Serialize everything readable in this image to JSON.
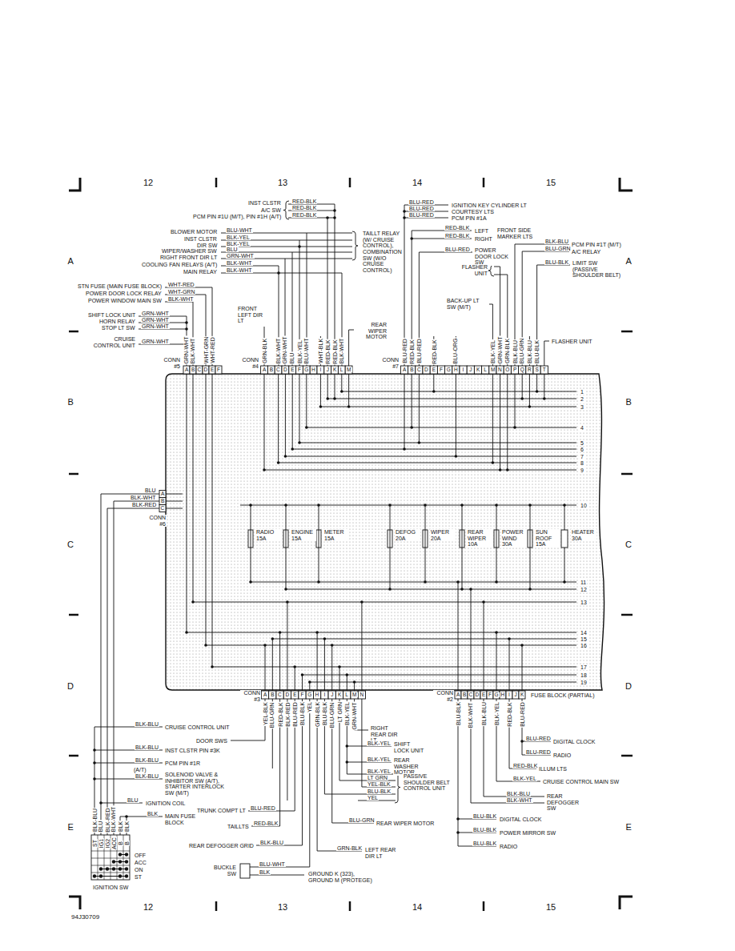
{
  "diagram": {
    "nodes": [
      {
        "text": [
          "FUSE BLOCK (PARTIAL)"
        ]
      }
    ],
    "labels": [
      "12",
      "13",
      "14",
      "15",
      "A",
      "A",
      "B",
      "B",
      "C",
      "C",
      "D",
      "D",
      "E",
      "E",
      "94J30709",
      "12",
      "13",
      "14",
      "15",
      "INST CLSTR",
      "RED-BLK",
      "A/C SW",
      "RED-BLK",
      "PCM PIN #1U (M/T), PIN #1H (A/T)",
      "RED-BLK",
      "BLOWER MOTOR",
      "BLU-WHT",
      "INST CLSTR",
      "BLK-YEL",
      "DIR SW",
      "BLK-YEL",
      "WIPER/WASHER SW",
      "BLU",
      "RIGHT FRONT DIR LT",
      "GRN-WHT",
      "COOLING FAN RELAYS (A/T)",
      "BLK-WHT",
      "MAIN RELAY",
      "BLK-WHT",
      "TAILLT RELAY (W/ CRUISE CONTROL), COMBINATION SW (W/O CRUISE CONTROL)",
      "STN FUSE (MAIN FUSE BLOCK)",
      "WHT-RED",
      "POWER DOOR LOCK RELAY",
      "WHT-GRN",
      "POWER WINDOW MAIN SW",
      "BLK-WHT",
      "SHIFT LOCK UNIT",
      "GRN-WHT",
      "HORN RELAY",
      "GRN-WHT",
      "STOP LT SW",
      "GRN-WHT",
      "CRUISE CONTROL UNIT",
      "GRN-WHT",
      "FRONT LEFT DIR LT",
      "REAR WIPER MOTOR",
      "BLU-RED",
      "IGNITION KEY CYLINDER LT",
      "BLU-RED",
      "COURTESY LTS",
      "BLU-RED",
      "PCM PIN #1A",
      "RED-BLK",
      "LEFT",
      "RED-BLK",
      "RIGHT",
      "FRONT SIDE MARKER LTS",
      "BLU-RED",
      "POWER DOOR LOCK SW",
      "BLK-BLU",
      "PCM PIN #1T (M/T)",
      "BLU-GRN",
      "A/C RELAY",
      "BLU-BLK",
      "LIMIT SW (PASSIVE SHOULDER BELT)",
      "FLASHER UNIT",
      "BACK-UP LT SW (M/T)",
      "FLASHER UNIT",
      "CONN #5",
      "A",
      "B",
      "C",
      "D",
      "E",
      "F",
      "CONN #4",
      "A",
      "B",
      "C",
      "D",
      "E",
      "F",
      "G",
      "H",
      "I",
      "J",
      "K",
      "L",
      "M",
      "CONN #7",
      "A",
      "B",
      "C",
      "D",
      "E",
      "F",
      "G",
      "H",
      "I",
      "J",
      "K",
      "L",
      "M",
      "N",
      "O",
      "P",
      "Q",
      "R",
      "S",
      "T",
      "GRN-WHT",
      "BLK-WHT",
      "WHT-GRN",
      "WHT-RED",
      "GRN-BLK",
      "BLK-WHT",
      "GRN-WHT",
      "BLU",
      "BLK-YEL",
      "BLU-WHT",
      "WHT-BLK",
      "RED-BLK",
      "RED-BLK",
      "BLK-WHT",
      "BLU-RED",
      "RED-BLK",
      "BLU-RED",
      "RED-BLK",
      "BLU-ORG",
      "BLK-YEL",
      "GRN-WHT",
      "GRN-BLK",
      "BLK-BLU",
      "BLU-GRN",
      "BLK-BLU",
      "BLU-BLK",
      "A",
      "B",
      "C",
      "CONN #6",
      "BLU",
      "BLK-WHT",
      "BLK-RED",
      "RADIO 15A",
      "ENGINE 15A",
      "METER 15A",
      "DEFOG 20A",
      "WIPER 20A",
      "REAR WIPER 10A",
      "POWER WIND 30A",
      "SUN ROOF 15A",
      "HEATER 30A",
      "1",
      "2",
      "3",
      "4",
      "5",
      "6",
      "7",
      "8",
      "9",
      "10",
      "11",
      "12",
      "13",
      "14",
      "15",
      "16",
      "17",
      "18",
      "19",
      "CONN #3",
      "A",
      "B",
      "C",
      "D",
      "E",
      "F",
      "G",
      "H",
      "I",
      "J",
      "K",
      "L",
      "M",
      "N",
      "CONN #2",
      "A",
      "B",
      "C",
      "D",
      "E",
      "F",
      "G",
      "H",
      "I",
      "J",
      "K",
      "YEL-BLK",
      "BLU-GRN",
      "RED-BLK",
      "BLK-RED",
      "BLU-RED",
      "BLU-BLK",
      "YEL",
      "GRN-BLK",
      "BLU-BLK",
      "BLU-GRN",
      "LT GRN",
      "BLK-YEL",
      "GRN-WHT",
      "BLU-BLK",
      "BLK-WHT",
      "BLK-BLU",
      "BLK-YEL",
      "RED-BLK",
      "BLU-RED",
      "BLK-BLU",
      "CRUISE CONTROL UNIT",
      "BLK-BLU",
      "INST CLSTR PIN #3K",
      "BLK-BLU",
      "PCM PIN #1R",
      "(A/T)",
      "BLK-BLU",
      "SOLENOID VALVE & INHIBITOR SW (A/T), STARTER INTERLOCK SW (M/T)",
      "BLU",
      "IGNITION COIL",
      "BLK",
      "MAIN FUSE BLOCK",
      "BLK-BLU",
      "BLU",
      "BLK-RED",
      "BLK-WHT",
      "BLK",
      "BLK",
      "ST",
      "IG1",
      "IG2",
      "ACC",
      "B",
      "B",
      "OFF",
      "ACC",
      "ON",
      "ST",
      "IGNITION SW",
      "DOOR SWS",
      "TRUNK COMPT LT",
      "BLU-RED",
      "TAILLTS",
      "RED-BLK",
      "REAR DEFOGGER GRID",
      "BLK-BLU",
      "BUCKLE SW",
      "BLU-WHT",
      "BLK",
      "GROUND K (323), GROUND M (PROTEGE)",
      "GRN-BLK",
      "LEFT REAR DIR LT",
      "BLU-GRN",
      "REAR WIPER MOTOR",
      "RIGHT REAR DIR LT",
      "BLK-YEL",
      "SHIFT LOCK UNIT",
      "BLK-YEL",
      "REAR WASHER MOTOR",
      "BLK-YEL",
      "LT GRN",
      "YEL-BLK",
      "BLU-BLK",
      "YEL",
      "PASSIVE SHOULDER BELT CONTROL UNIT",
      "BLU-RED",
      "DIGITAL CLOCK",
      "BLU-RED",
      "RADIO",
      "RED-BLK",
      "ILLUM LTS",
      "BLK-YEL",
      "CRUISE CONTROL MAIN SW",
      "BLK-BLU",
      "BLK-WHT",
      "REAR DEFOGGER SW",
      "BLU-BLK",
      "DIGITAL CLOCK",
      "BLU-BLK",
      "POWER MIRROR SW",
      "BLU-BLK",
      "RADIO"
    ]
  }
}
